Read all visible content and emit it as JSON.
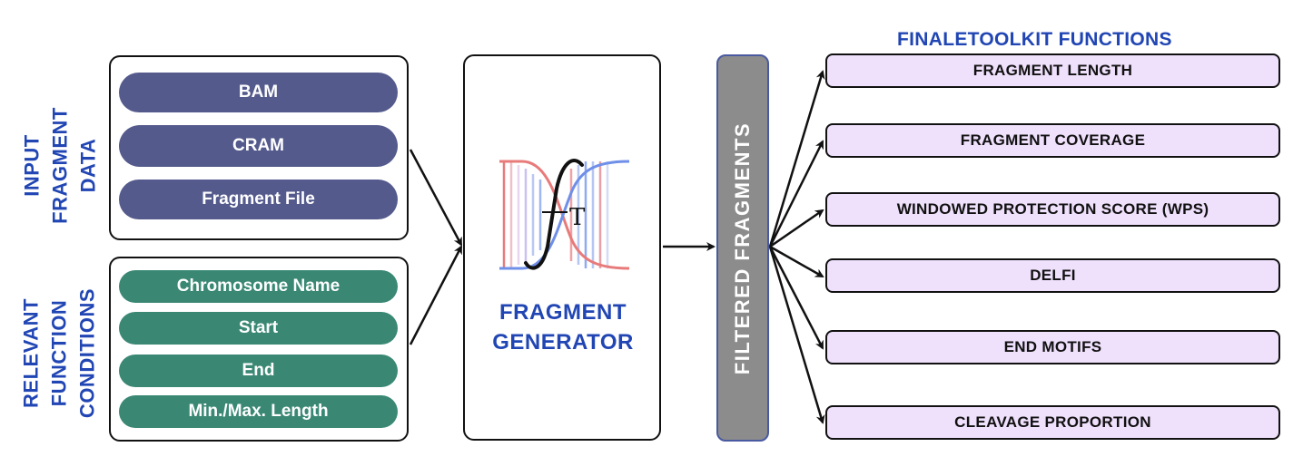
{
  "input_section": {
    "label_lines": [
      "INPUT",
      "FRAGMENT",
      "DATA"
    ],
    "items": [
      "BAM",
      "CRAM",
      "Fragment File"
    ]
  },
  "conditions_section": {
    "label_lines": [
      "RELEVANT",
      "FUNCTION",
      "CONDITIONS"
    ],
    "items": [
      "Chromosome Name",
      "Start",
      "End",
      "Min./Max. Length"
    ]
  },
  "generator": {
    "title_lines": [
      "FRAGMENT",
      "GENERATOR"
    ]
  },
  "filtered": {
    "label": "FILTERED FRAGMENTS"
  },
  "functions": {
    "title": "FINALETOOLKIT FUNCTIONS",
    "items": [
      "FRAGMENT LENGTH",
      "FRAGMENT COVERAGE",
      "WINDOWED PROTECTION SCORE (WPS)",
      "DELFI",
      "END MOTIFS",
      "CLEAVAGE PROPORTION"
    ]
  },
  "colors": {
    "label_blue": "#2146b4",
    "input_pill": "#545a8c",
    "condition_pill": "#3a8874",
    "filtered_gray": "#8c8c8c",
    "function_fill": "#efe0fc"
  },
  "icons": {
    "generator_logo": "dna-integral-logo-icon"
  }
}
